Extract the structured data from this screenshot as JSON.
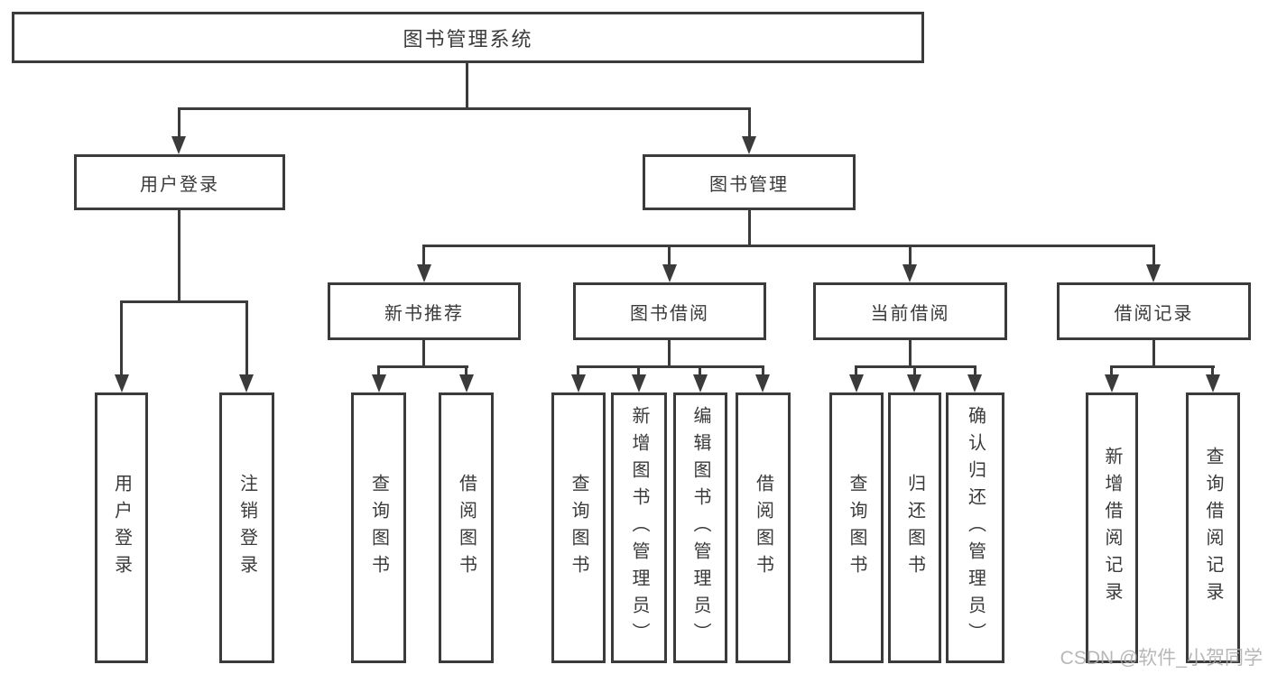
{
  "diagram_title": "图书管理系统",
  "colors": {
    "line": "#3b3b3b",
    "text": "#3a3a3a",
    "background": "#ffffff",
    "watermark": "#aaaaaa"
  },
  "nodes": {
    "root": "图书管理系统",
    "level2": {
      "user_login": "用户登录",
      "book_management": "图书管理"
    },
    "level3": {
      "new_book_recommend": "新书推荐",
      "book_borrow": "图书借阅",
      "current_borrow": "当前借阅",
      "borrow_record": "借阅记录"
    },
    "leaves": {
      "user_login": "用户登录",
      "logout": "注销登录",
      "query_book_recommend": "查询图书",
      "borrow_book_recommend": "借阅图书",
      "query_book_borrow": "查询图书",
      "add_book_admin": "新增图书（管理员）",
      "edit_book_admin": "编辑图书（管理员）",
      "borrow_book_borrow": "借阅图书",
      "query_book_current": "查询图书",
      "return_book": "归还图书",
      "confirm_return_admin": "确认归还（管理员）",
      "add_borrow_record": "新增借阅记录",
      "query_borrow_record": "查询借阅记录"
    }
  },
  "watermark": "CSDN @软件_小贺同学"
}
